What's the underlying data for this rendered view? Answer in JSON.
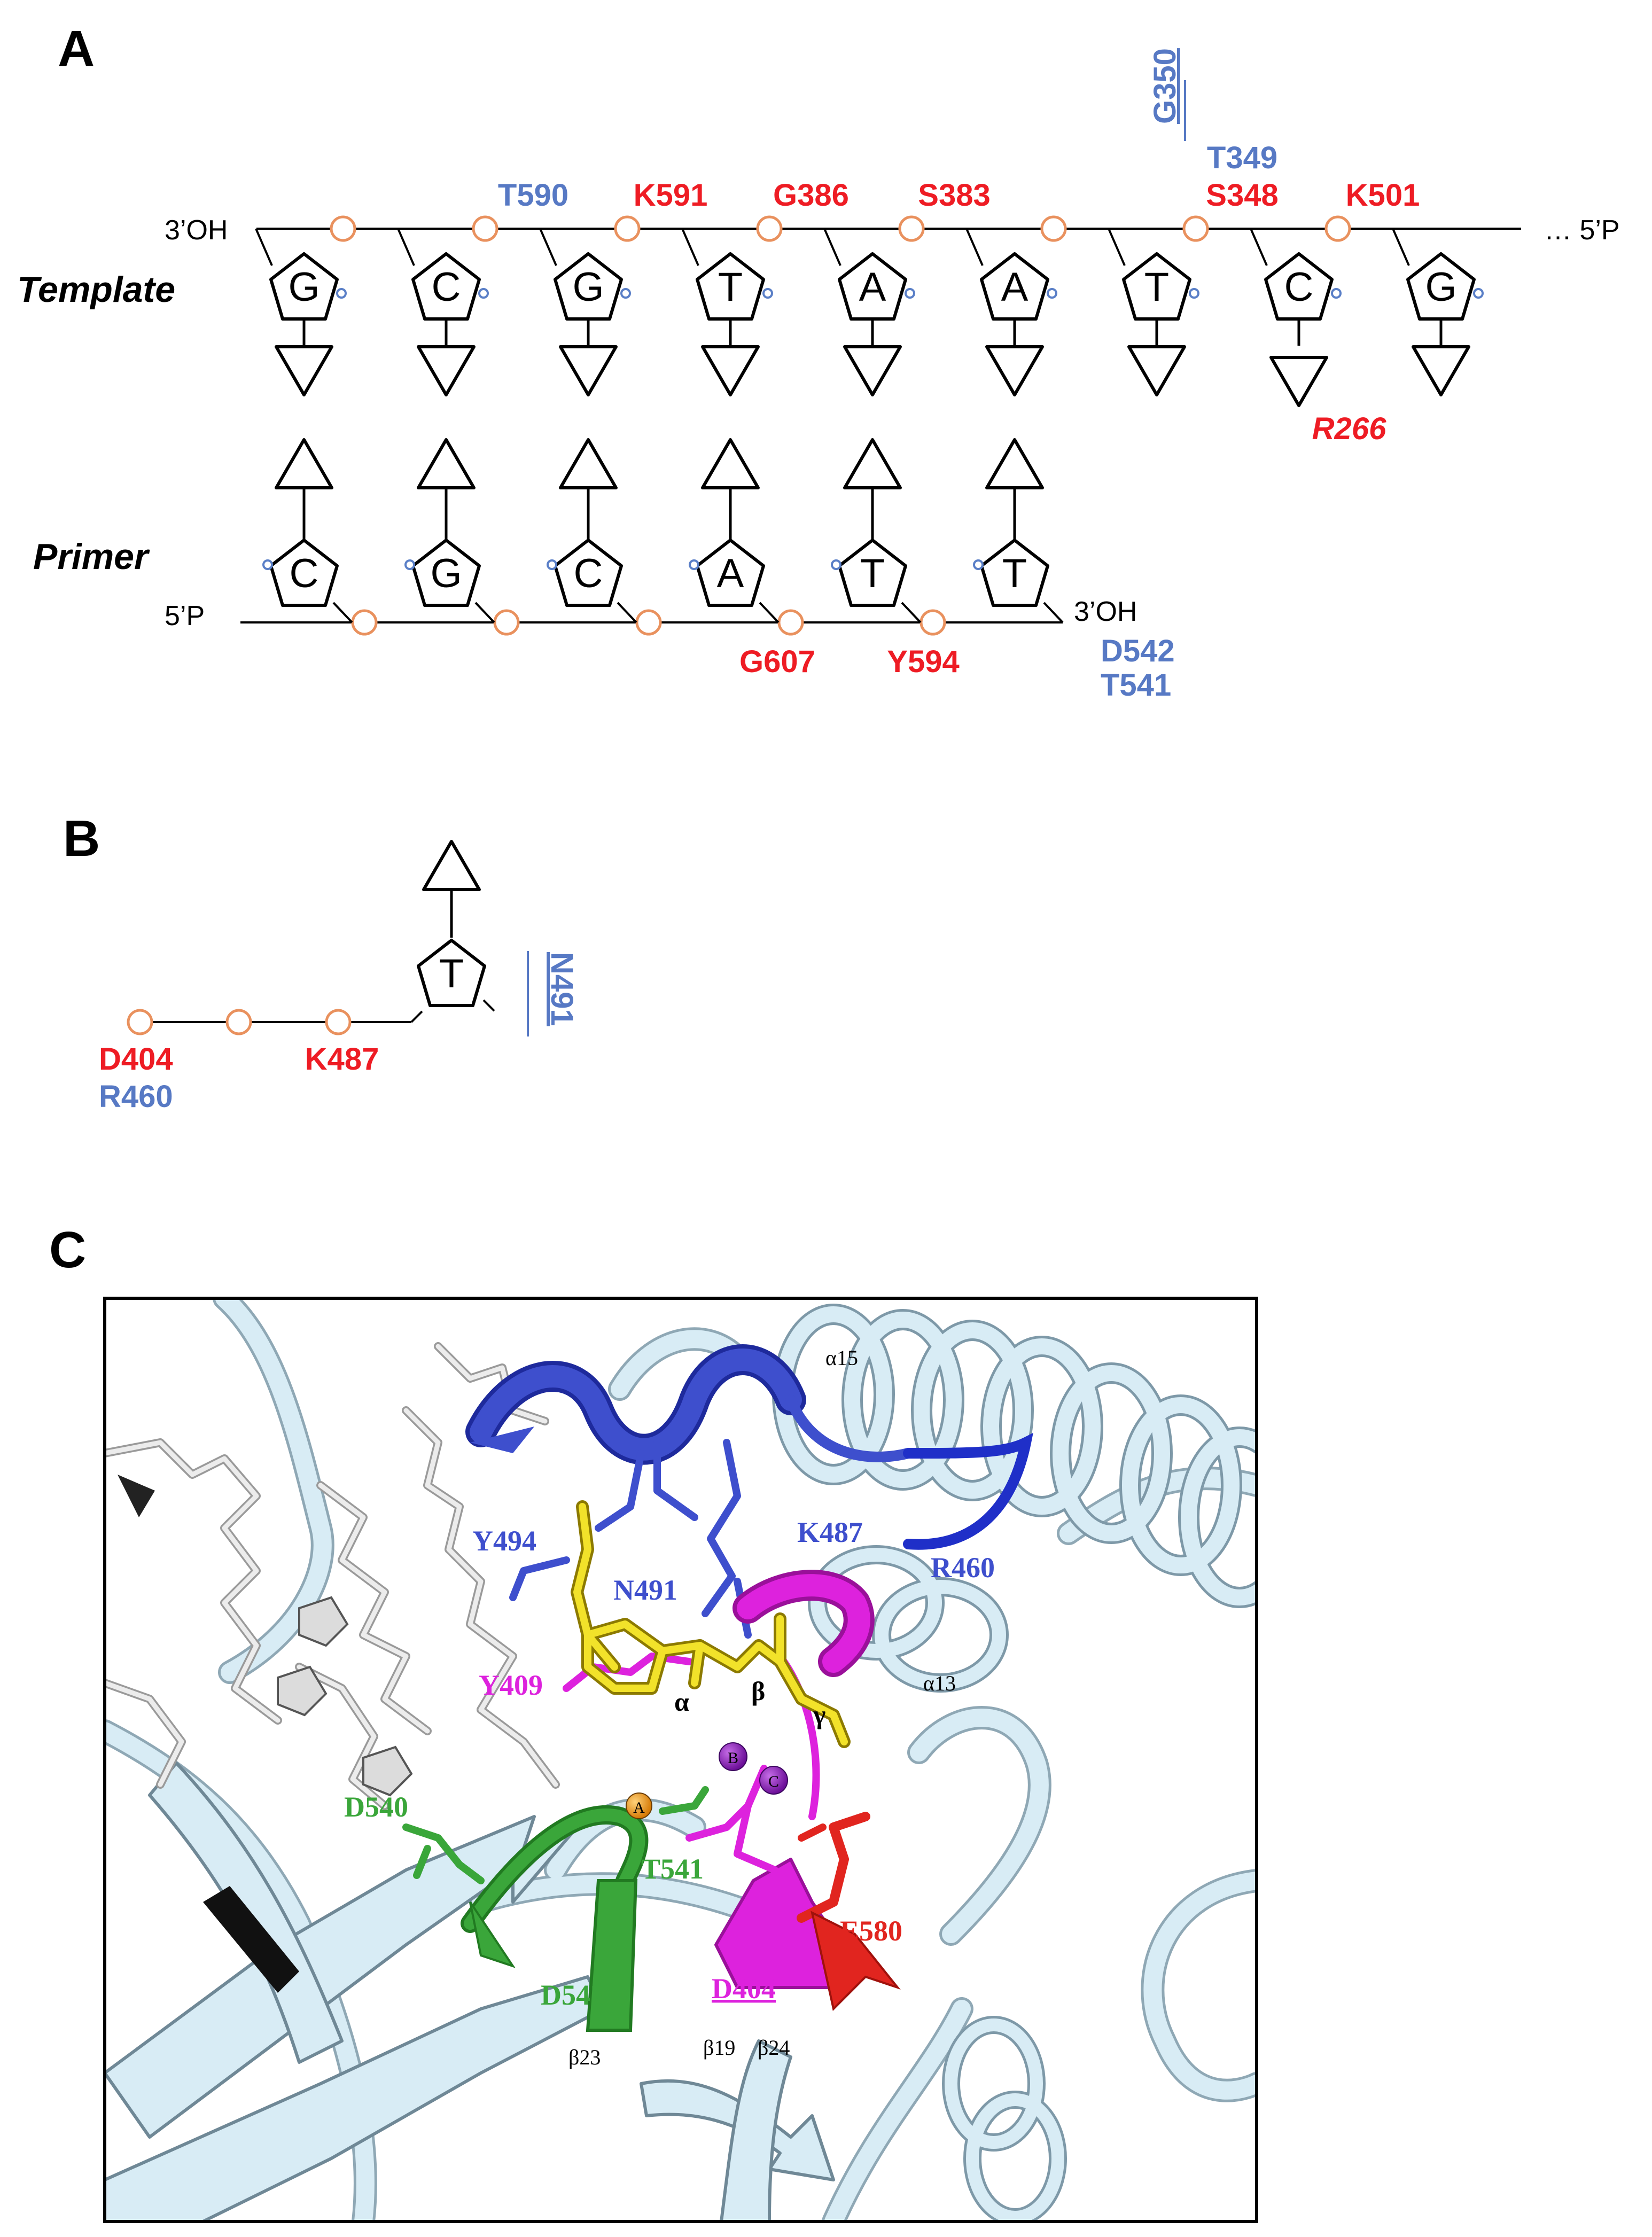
{
  "colors": {
    "red": "#ee1c24",
    "blue": "#5779c4",
    "orange": "#e9915e",
    "nick": "#5a7fc7",
    "ribbon": "#d8ecf5",
    "ribbon_edge": "#7e99a8",
    "helix_blue": "#3e4fcd",
    "magenta": "#dd22dd",
    "green": "#3aa63a",
    "yellow": "#f2e22a",
    "crimson": "#e1251f",
    "black": "#000000"
  },
  "panelA": {
    "letter": "A",
    "template_label": "Template",
    "primer_label": "Primer",
    "template_3oh": "3’OH",
    "template_5p": "… 5’P",
    "primer_5p": "5’P",
    "primer_3oh": "3’OH",
    "template_bases": [
      "G",
      "C",
      "G",
      "T",
      "A",
      "A",
      "T",
      "C",
      "G"
    ],
    "primer_bases": [
      "C",
      "G",
      "C",
      "A",
      "T",
      "T"
    ],
    "template_residues": [
      {
        "text": "T590",
        "color": "blue"
      },
      {
        "text": "K591",
        "color": "red"
      },
      {
        "text": "G386",
        "color": "red"
      },
      {
        "text": "S383",
        "color": "red"
      },
      {
        "text": "T349",
        "color": "blue"
      },
      {
        "text": "S348",
        "color": "red"
      },
      {
        "text": "K501",
        "color": "red"
      },
      {
        "text": "G350",
        "color": "blue"
      }
    ],
    "primer_residues": [
      {
        "text": "G607",
        "color": "red"
      },
      {
        "text": "Y594",
        "color": "red"
      },
      {
        "text": "D542",
        "color": "blue"
      },
      {
        "text": "T541",
        "color": "blue"
      }
    ],
    "r266": "R266"
  },
  "panelB": {
    "letter": "B",
    "base": "T",
    "residues": [
      {
        "text": "D404",
        "color": "red"
      },
      {
        "text": "R460",
        "color": "blue"
      },
      {
        "text": "K487",
        "color": "red"
      },
      {
        "text": "N491",
        "color": "blue"
      }
    ]
  },
  "panelC": {
    "letter": "C",
    "labels": [
      {
        "text": "α15",
        "color": "black"
      },
      {
        "text": "Y494",
        "color": "helix_blue"
      },
      {
        "text": "K487",
        "color": "helix_blue"
      },
      {
        "text": "R460",
        "color": "helix_blue"
      },
      {
        "text": "N491",
        "color": "helix_blue"
      },
      {
        "text": "Y409",
        "color": "magenta"
      },
      {
        "text": "α",
        "color": "black"
      },
      {
        "text": "β",
        "color": "black"
      },
      {
        "text": "γ",
        "color": "black"
      },
      {
        "text": "α13",
        "color": "black"
      },
      {
        "text": "D540",
        "color": "green"
      },
      {
        "text": "T541",
        "color": "green"
      },
      {
        "text": "E580",
        "color": "crimson"
      },
      {
        "text": "D542",
        "color": "green"
      },
      {
        "text": "D404",
        "color": "magenta"
      },
      {
        "text": "β23",
        "color": "black"
      },
      {
        "text": "β19",
        "color": "black"
      },
      {
        "text": "β24",
        "color": "black"
      }
    ],
    "ions": [
      "A",
      "B",
      "C"
    ]
  }
}
